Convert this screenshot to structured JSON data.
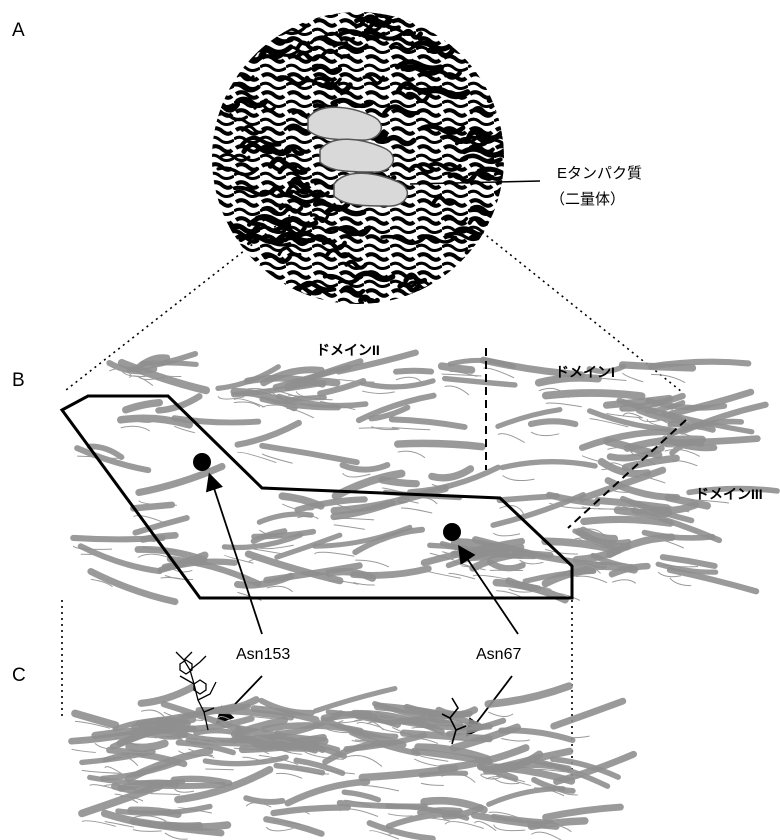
{
  "panels": {
    "a": "A",
    "b": "B",
    "c": "C"
  },
  "panel_a": {
    "protein_label_line1": "Eタンパク質",
    "protein_label_line2": "（二量体）"
  },
  "panel_b": {
    "domain_2": "ドメインII",
    "domain_1": "ドメインI",
    "domain_3": "ドメインIII"
  },
  "panel_c": {
    "site_1": "Asn153",
    "site_2": "Asn67"
  },
  "colors": {
    "ink": "#000000",
    "ribbon": "#8f8f8f",
    "ribbon_light": "#cfcfcf",
    "highlight": "#d9d9d9"
  }
}
